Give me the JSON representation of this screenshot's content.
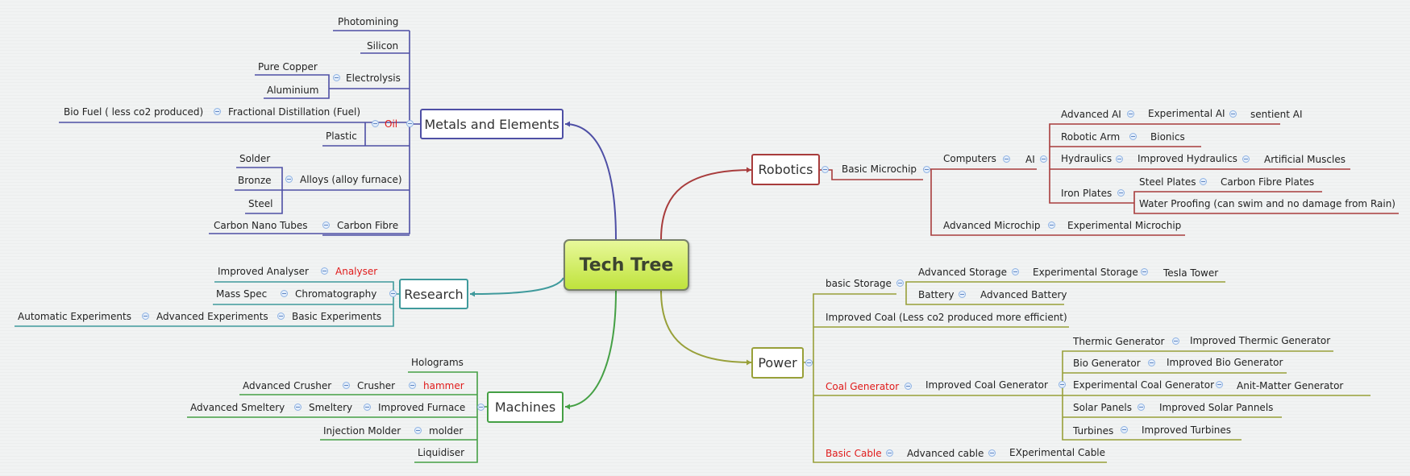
{
  "title": "Tech Tree",
  "colors": {
    "metals": "#4e4fa5",
    "robotics": "#a83c3c",
    "research": "#3f9a9c",
    "machines": "#45a045",
    "power": "#98a039",
    "red_label": "#e01a1a"
  },
  "metals": {
    "title": "Metals and Elements",
    "photomining": "Photomining",
    "silicon": "Silicon",
    "electrolysis": "Electrolysis",
    "pure_copper": "Pure Copper",
    "aluminium": "Aluminium",
    "oil": "Oil",
    "fractional_distillation": "Fractional Distillation (Fuel)",
    "bio_fuel": "Bio Fuel ( less co2 produced)",
    "plastic": "Plastic",
    "alloys": "Alloys (alloy furnace)",
    "solder": "Solder",
    "bronze": "Bronze",
    "steel": "Steel",
    "carbon_fibre": "Carbon Fibre",
    "carbon_nano_tubes": "Carbon Nano Tubes"
  },
  "research": {
    "title": "Research",
    "analyser": "Analyser",
    "improved_analyser": "Improved Analyser",
    "chromatography": "Chromatography",
    "mass_spec": "Mass Spec",
    "basic_experiments": "Basic Experiments",
    "advanced_experiments": "Advanced Experiments",
    "automatic_experiments": "Automatic Experiments"
  },
  "machines": {
    "title": "Machines",
    "holograms": "Holograms",
    "hammer": "hammer",
    "crusher": "Crusher",
    "advanced_crusher": "Advanced Crusher",
    "improved_furnace": "Improved Furnace",
    "smeltery": "Smeltery",
    "advanced_smeltery": "Advanced Smeltery",
    "molder": "molder",
    "injection_molder": "Injection Molder",
    "liquidiser": "Liquidiser"
  },
  "robotics": {
    "title": "Robotics",
    "basic_microchip": "Basic Microchip",
    "computers": "Computers",
    "ai": "AI",
    "advanced_ai": "Advanced AI",
    "experimental_ai": "Experimental AI",
    "sentient_ai": "sentient AI",
    "robotic_arm": "Robotic Arm",
    "bionics": "Bionics",
    "hydraulics": "Hydraulics",
    "improved_hydraulics": "Improved Hydraulics",
    "artificial_muscles": "Artificial Muscles",
    "iron_plates": "Iron Plates",
    "steel_plates": "Steel Plates",
    "carbon_fibre_plates": "Carbon Fibre Plates",
    "water_proofing": "Water Proofing (can swim and no damage from Rain)",
    "advanced_microchip": "Advanced Microchip",
    "experimental_microchip": "Experimental Microchip"
  },
  "power": {
    "title": "Power",
    "basic_storage": "basic Storage",
    "advanced_storage": "Advanced Storage",
    "experimental_storage": "Experimental Storage",
    "tesla_tower": "Tesla Tower",
    "battery": "Battery",
    "advanced_battery": "Advanced Battery",
    "improved_coal": "Improved Coal (Less co2 produced more efficient)",
    "coal_generator": "Coal Generator",
    "improved_coal_generator": "Improved Coal Generator",
    "thermic_generator": "Thermic Generator",
    "improved_thermic_generator": "Improved Thermic Generator",
    "bio_generator": "Bio Generator",
    "improved_bio_generator": "Improved Bio Generator",
    "experimental_coal_generator": "Experimental Coal Generator",
    "anti_matter_generator": "Anit-Matter Generator",
    "solar_panels": "Solar Panels",
    "improved_solar_pannels": "Improved Solar Pannels",
    "turbines": "Turbines",
    "improved_turbines": "Improved Turbines",
    "basic_cable": "Basic Cable",
    "advanced_cable": "Advanced cable",
    "experimental_cable": "EXperimental Cable"
  }
}
